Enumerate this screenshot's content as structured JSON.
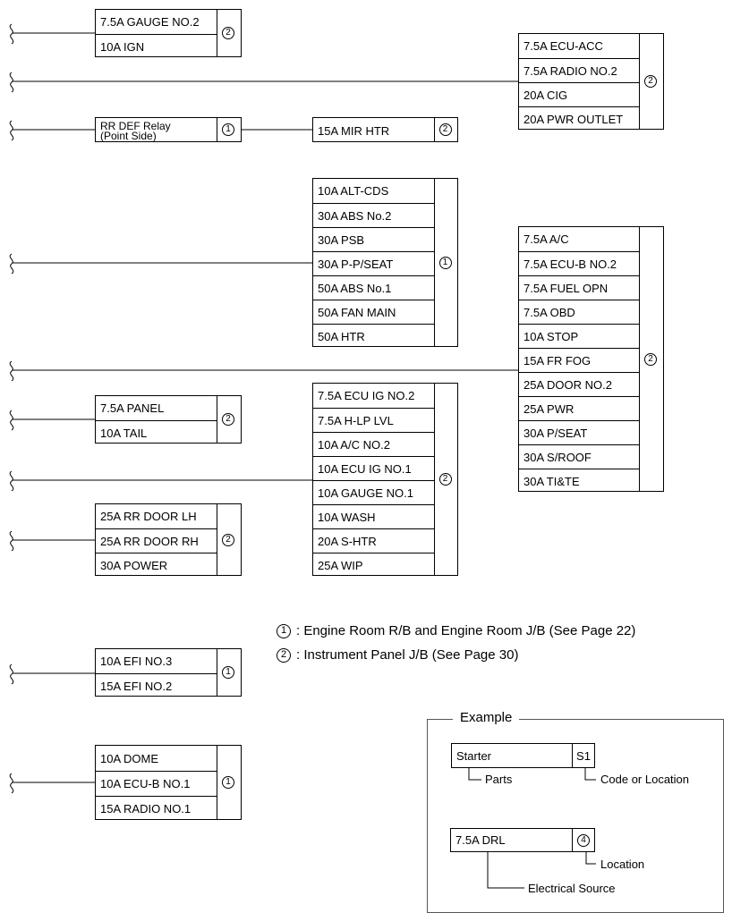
{
  "fuse_groups": [
    {
      "id": "gauge-ign",
      "items": [
        "7.5A GAUGE NO.2",
        "10A IGN"
      ],
      "location": "2"
    },
    {
      "id": "ecu-acc",
      "items": [
        "7.5A ECU-ACC",
        "7.5A RADIO NO.2",
        "20A CIG",
        "20A PWR OUTLET"
      ],
      "location": "2"
    },
    {
      "id": "rr-def",
      "items": [
        "RR DEF Relay\n(Point Side)"
      ],
      "location": "1"
    },
    {
      "id": "mir-htr",
      "items": [
        "15A MIR HTR"
      ],
      "location": "2"
    },
    {
      "id": "alt-cds",
      "items": [
        "10A ALT-CDS",
        "30A ABS No.2",
        "30A PSB",
        "30A P-P/SEAT",
        "50A ABS No.1",
        "50A FAN MAIN",
        "50A HTR"
      ],
      "location": "1"
    },
    {
      "id": "ac",
      "items": [
        "7.5A A/C",
        "7.5A ECU-B NO.2",
        "7.5A FUEL OPN",
        "7.5A OBD",
        "10A STOP",
        "15A FR FOG",
        "25A DOOR NO.2",
        "25A PWR",
        "30A P/SEAT",
        "30A S/ROOF",
        "30A TI&TE"
      ],
      "location": "2"
    },
    {
      "id": "panel-tail",
      "items": [
        "7.5A PANEL",
        "10A TAIL"
      ],
      "location": "2"
    },
    {
      "id": "ecu-ig",
      "items": [
        "7.5A ECU IG NO.2",
        "7.5A H-LP LVL",
        "10A A/C NO.2",
        "10A ECU IG NO.1",
        "10A GAUGE NO.1",
        "10A WASH",
        "20A S-HTR",
        "25A WIP"
      ],
      "location": "2"
    },
    {
      "id": "rr-door",
      "items": [
        "25A RR DOOR LH",
        "25A RR DOOR RH",
        "30A POWER"
      ],
      "location": "2"
    },
    {
      "id": "efi",
      "items": [
        "10A EFI NO.3",
        "15A EFI NO.2"
      ],
      "location": "1"
    },
    {
      "id": "dome",
      "items": [
        "10A DOME",
        "10A ECU-B NO.1",
        "15A RADIO NO.1"
      ],
      "location": "1"
    }
  ],
  "legend": [
    {
      "symbol": "1",
      "text": ": Engine Room R/B and Engine Room J/B (See Page 22)"
    },
    {
      "symbol": "2",
      "text": ": Instrument Panel J/B (See Page 30)"
    }
  ],
  "example": {
    "title": "Example",
    "part_box": {
      "label": "Starter",
      "code": "S1"
    },
    "part_label": "Parts",
    "code_label": "Code or Location",
    "source_box": {
      "label": "7.5A DRL",
      "code": "4"
    },
    "location_label": "Location",
    "source_label": "Electrical Source"
  }
}
